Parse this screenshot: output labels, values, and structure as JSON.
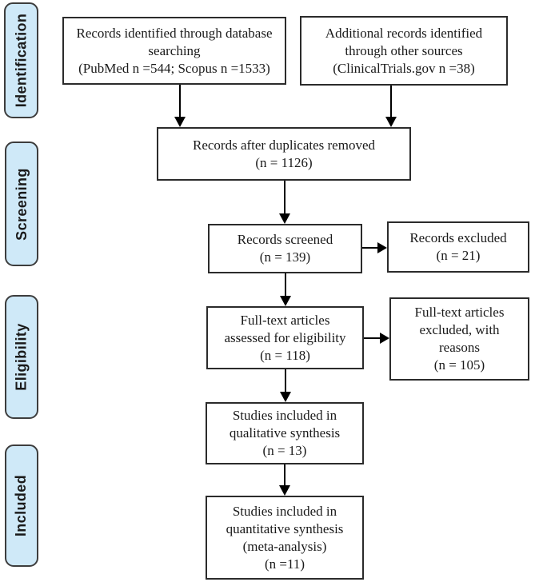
{
  "diagram": {
    "type": "prisma-flow",
    "stages": [
      {
        "label": "Identification"
      },
      {
        "label": "Screening"
      },
      {
        "label": "Eligibility"
      },
      {
        "label": "Included"
      }
    ],
    "boxes": [
      {
        "name": "records-identified-database",
        "lines": [
          "Records identified through database",
          "searching",
          "(PubMed n =544; Scopus n =1533)"
        ]
      },
      {
        "name": "additional-records-other-sources",
        "lines": [
          "Additional records identified",
          "through other sources",
          "(ClinicalTrials.gov n =38)"
        ]
      },
      {
        "name": "records-after-duplicates-removed",
        "lines": [
          "Records after duplicates removed",
          "(n = 1126)"
        ]
      },
      {
        "name": "records-screened",
        "lines": [
          "Records screened",
          "(n = 139)"
        ]
      },
      {
        "name": "records-excluded",
        "lines": [
          "Records excluded",
          "(n = 21)"
        ]
      },
      {
        "name": "fulltext-assessed-for-eligibility",
        "lines": [
          "Full-text articles",
          "assessed for eligibility",
          "(n = 118)"
        ]
      },
      {
        "name": "fulltext-excluded-with-reasons",
        "lines": [
          "Full-text articles",
          "excluded, with",
          "reasons",
          "(n = 105)"
        ]
      },
      {
        "name": "studies-qualitative-synthesis",
        "lines": [
          "Studies included in",
          "qualitative synthesis",
          "(n = 13)"
        ]
      },
      {
        "name": "studies-quantitative-synthesis",
        "lines": [
          "Studies included in",
          "quantitative synthesis",
          "(meta-analysis)",
          "(n =11)"
        ]
      }
    ]
  },
  "colors": {
    "stage_fill": "#cfe9f8",
    "stage_border": "#3d3d3d",
    "box_border": "#2b2b2b",
    "arrow": "#000000",
    "text": "#1a1a1a",
    "background": "#ffffff"
  }
}
